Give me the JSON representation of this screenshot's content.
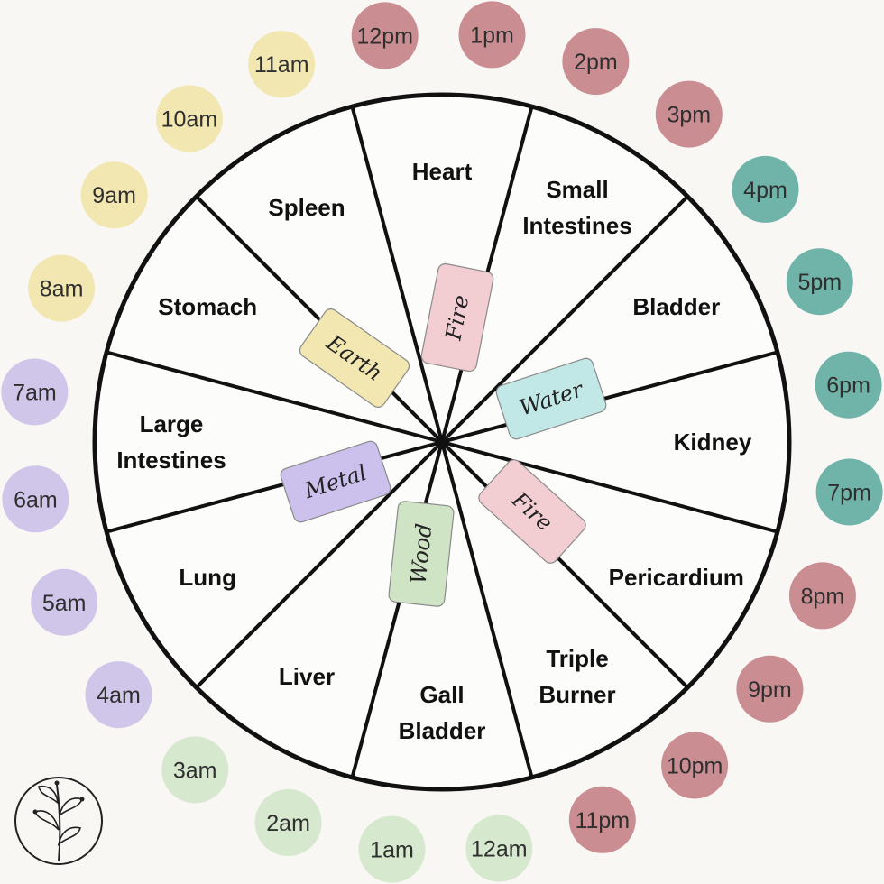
{
  "colors": {
    "earth": "#f2e6b1",
    "fire": "#c98d92",
    "fire_card": "#f2cdd2",
    "water": "#6fb3a9",
    "water_card": "#c1e8e6",
    "metal": "#cfc6ea",
    "metal_card": "#ccc0ec",
    "wood": "#d6e8cd",
    "wood_card": "#cfe3c5",
    "background": "#f8f7f4",
    "line": "#111111"
  },
  "hours": [
    {
      "label": "12pm",
      "element": "fire"
    },
    {
      "label": "1pm",
      "element": "fire"
    },
    {
      "label": "2pm",
      "element": "fire"
    },
    {
      "label": "3pm",
      "element": "fire"
    },
    {
      "label": "4pm",
      "element": "water"
    },
    {
      "label": "5pm",
      "element": "water"
    },
    {
      "label": "6pm",
      "element": "water"
    },
    {
      "label": "7pm",
      "element": "water"
    },
    {
      "label": "8pm",
      "element": "fire"
    },
    {
      "label": "9pm",
      "element": "fire"
    },
    {
      "label": "10pm",
      "element": "fire"
    },
    {
      "label": "11pm",
      "element": "fire"
    },
    {
      "label": "12am",
      "element": "wood"
    },
    {
      "label": "1am",
      "element": "wood"
    },
    {
      "label": "2am",
      "element": "wood"
    },
    {
      "label": "3am",
      "element": "wood"
    },
    {
      "label": "4am",
      "element": "metal"
    },
    {
      "label": "5am",
      "element": "metal"
    },
    {
      "label": "6am",
      "element": "metal"
    },
    {
      "label": "7am",
      "element": "metal"
    },
    {
      "label": "8am",
      "element": "earth"
    },
    {
      "label": "9am",
      "element": "earth"
    },
    {
      "label": "10am",
      "element": "earth"
    },
    {
      "label": "11am",
      "element": "earth"
    }
  ],
  "organs": [
    {
      "lines": [
        "Heart"
      ]
    },
    {
      "lines": [
        "Small",
        "Intestines"
      ]
    },
    {
      "lines": [
        "Bladder"
      ]
    },
    {
      "lines": [
        "Kidney"
      ]
    },
    {
      "lines": [
        "Pericardium"
      ]
    },
    {
      "lines": [
        "Triple",
        "Burner"
      ]
    },
    {
      "lines": [
        "Gall",
        "Bladder"
      ]
    },
    {
      "lines": [
        "Liver"
      ]
    },
    {
      "lines": [
        "Lung"
      ]
    },
    {
      "lines": [
        "Large",
        "Intestines"
      ]
    },
    {
      "lines": [
        "Stomach"
      ]
    },
    {
      "lines": [
        "Spleen"
      ]
    }
  ],
  "elements": [
    {
      "label": "Fire",
      "color": "fire_card"
    },
    {
      "label": "Water",
      "color": "water_card"
    },
    {
      "label": "Fire",
      "color": "fire_card"
    },
    {
      "label": "Wood",
      "color": "wood_card"
    },
    {
      "label": "Metal",
      "color": "metal_card"
    },
    {
      "label": "Earth",
      "color": "earth"
    }
  ],
  "logo": {
    "icon": "leaf-sprig-icon"
  }
}
